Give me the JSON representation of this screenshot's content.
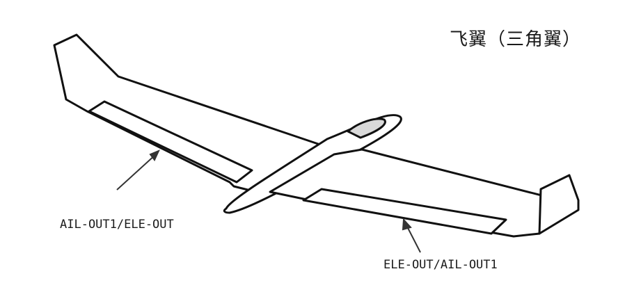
{
  "diagram": {
    "title": "飞翼（三角翼）",
    "labels": {
      "left_elevon": "AIL-OUT1/ELE-OUT",
      "right_elevon": "ELE-OUT/AIL-OUT1"
    }
  },
  "colors": {
    "line": "#111111",
    "fill": "#ffffff",
    "canopy": "#d9d9d9"
  }
}
